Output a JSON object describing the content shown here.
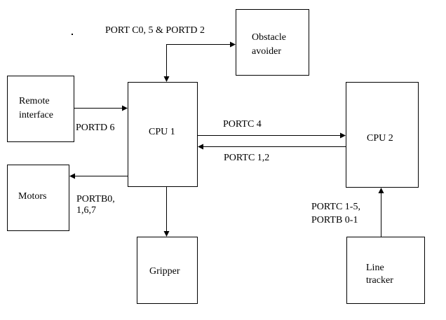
{
  "blocks": {
    "obstacle_avoider": [
      "Obstacle",
      "avoider"
    ],
    "remote_interface": [
      "Remote",
      "interface"
    ],
    "cpu1": [
      "CPU 1"
    ],
    "cpu2": [
      "CPU 2"
    ],
    "motors": [
      "Motors"
    ],
    "gripper": [
      "Gripper"
    ],
    "line_tracker": [
      "Line",
      "tracker"
    ]
  },
  "connections": {
    "cpu1_obstacle": [
      "PORT C0, 5 & PORTD 2"
    ],
    "remote_cpu1": [
      "PORTD 6"
    ],
    "cpu1_to_cpu2": [
      "PORTC 4"
    ],
    "cpu2_to_cpu1": [
      "PORTC 1,2"
    ],
    "cpu1_motors": [
      "PORTB0,",
      "1,6,7"
    ],
    "tracker_cpu2": [
      "PORTC 1-5,",
      "PORTB 0-1"
    ]
  }
}
